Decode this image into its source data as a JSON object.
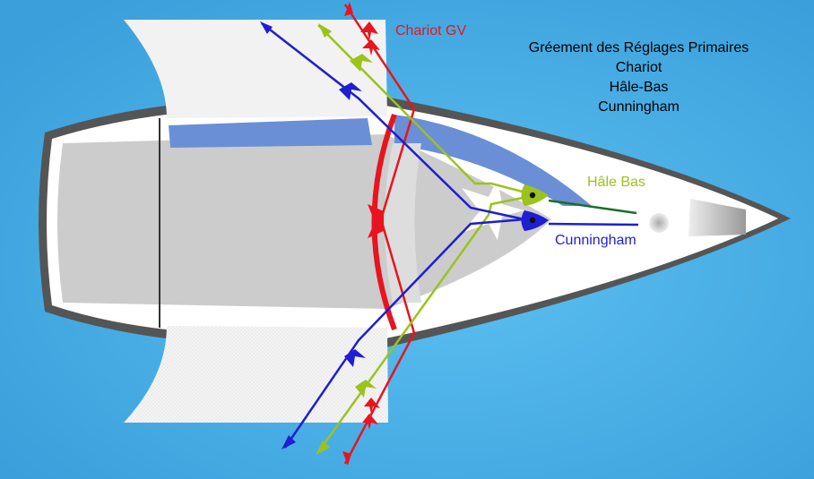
{
  "title_lines": [
    "Gréement des Réglages Primaires",
    "Chariot",
    "Hâle-Bas",
    "Cunningham"
  ],
  "labels": {
    "chariot": "Chariot GV",
    "hale_bas": "Hâle Bas",
    "cunningham": "Cunningham"
  },
  "colors": {
    "background": "#4aaee4",
    "chariot": "#e8141e",
    "hale_bas": "#9cc21e",
    "cunningham": "#1e1ed2",
    "hale_bas_line": "#1a6e2a",
    "hull_outline": "#555555",
    "deck": "#ffffff",
    "cockpit": "#cccccc",
    "canvas": "#6a8fd6"
  }
}
